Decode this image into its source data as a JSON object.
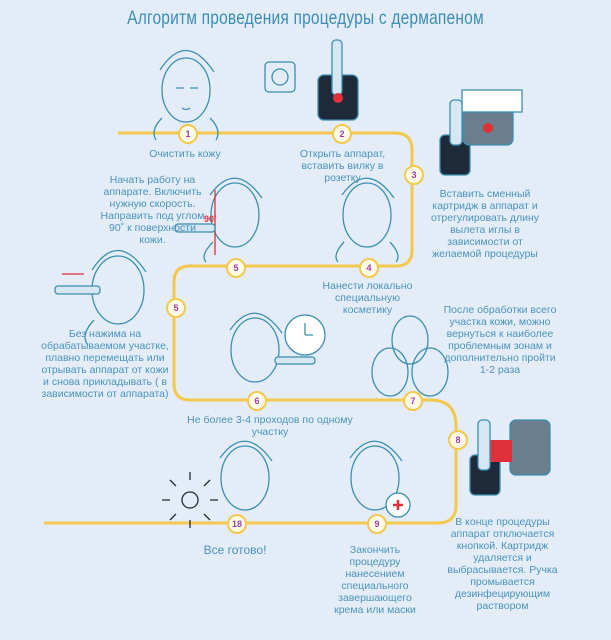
{
  "title": "Алгоритм проведения процедуры с дермапеном",
  "steps": [
    {
      "number": "1",
      "text": "Очистить кожу"
    },
    {
      "number": "2",
      "text": "Открыть аппарат, вставить вилку в розетку"
    },
    {
      "number": "3",
      "text": "Вставить сменный картридж в аппарат и отрегулировать длину вылета иглы в зависимости от желаемой процедуры"
    },
    {
      "number": "4",
      "text": "Нанести локально специальную косметику"
    },
    {
      "number": "5",
      "text": "Начать работу на аппарате. Включить нужную скорость. Направить под углом 90˚ к поверхности кожи."
    },
    {
      "number": "5",
      "text": "Без нажима на обрабатываемом участке, плавно перемещать или отрывать аппарат от кожи и снова прикладывать ( в зависимости от аппарата)"
    },
    {
      "number": "6",
      "text": "Не более 3-4 проходов по одному участку"
    },
    {
      "number": "7",
      "text": "После обработки всего участка кожи, можно вернуться к наиболее проблемным зонам и дополнительно пройти 1-2 раза"
    },
    {
      "number": "8",
      "text": "В конце процедуры аппарат отключается кнопкой. Картридж удаляется и выбрасывается. Ручка промывается дезинфецирующим раствором"
    },
    {
      "number": "9",
      "text": "Закончить процедуру нанесением специального завершающего крема или маски"
    },
    {
      "number": "18",
      "text": "Все готово!"
    }
  ],
  "angle_label": "90˚",
  "colors": {
    "path": "#f2c94c",
    "text": "#4a93bb",
    "badge_text": "#9b3fa8",
    "accent": "#e0303a",
    "line": "#3a8fb0"
  }
}
